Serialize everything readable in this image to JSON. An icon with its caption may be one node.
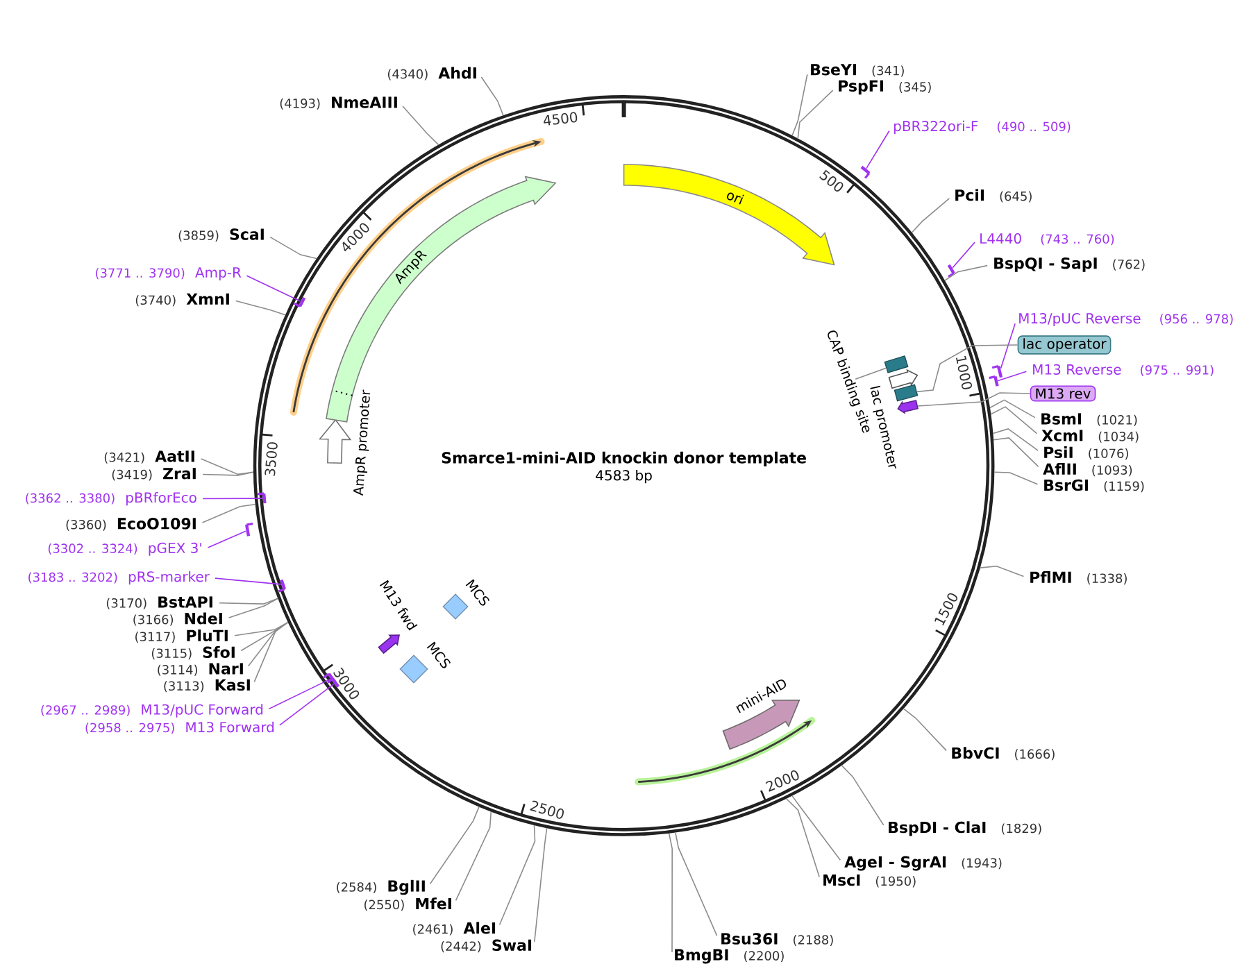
{
  "diagram": {
    "title": "Smarce1-mini-AID knockin donor template",
    "nodes": [
      {
        "text": [],
        "shape": "circle"
      },
      {
        "text": [
          "BseYI",
          "(341)"
        ]
      },
      {
        "text": [
          "PspFI",
          "(345)"
        ]
      },
      {
        "text": [
          "pBR322ori-F",
          "(490 .. 509)"
        ]
      },
      {
        "text": [
          "PciI",
          "(645)"
        ]
      },
      {
        "text": [
          "L4440",
          "(743 .. 760)"
        ]
      },
      {
        "text": [
          "BspQI - SapI",
          "(762)"
        ]
      },
      {
        "text": [
          "M13/pUC Reverse",
          "(956 .. 978)"
        ]
      },
      {
        "text": [
          "lac operator"
        ]
      },
      {
        "text": [
          "M13 Reverse",
          "(975 .. 991)"
        ]
      },
      {
        "text": [
          "M13 rev"
        ]
      },
      {
        "text": [
          "BsmI",
          "(1021)"
        ]
      },
      {
        "text": [
          "XcmI",
          "(1034)"
        ]
      },
      {
        "text": [
          "PsiI",
          "(1076)"
        ]
      },
      {
        "text": [
          "AflII",
          "(1093)"
        ]
      },
      {
        "text": [
          "BsrGI",
          "(1159)"
        ]
      },
      {
        "text": [
          "PflMI",
          "(1338)"
        ]
      },
      {
        "text": [
          "BbvCI",
          "(1666)"
        ]
      },
      {
        "text": [
          "BspDI - ClaI",
          "(1829)"
        ]
      },
      {
        "text": [
          "AgeI - SgrAI",
          "(1943)"
        ]
      },
      {
        "text": [
          "MscI",
          "(1950)"
        ]
      },
      {
        "text": [
          "Bsu36I",
          "(2188)"
        ]
      },
      {
        "text": [
          "BmgBI",
          "(2200)"
        ]
      },
      {
        "text": [
          "(2442)",
          "SwaI"
        ]
      },
      {
        "text": [
          "(2461)",
          "AleI"
        ]
      },
      {
        "text": [
          "(2550)",
          "MfeI"
        ]
      },
      {
        "text": [
          "(2584)",
          "BglII"
        ]
      },
      {
        "text": [
          "(2958 .. 2975)",
          "M13 Forward"
        ]
      },
      {
        "text": [
          "(2967 .. 2989)",
          "M13/pUC Forward"
        ]
      },
      {
        "text": [
          "(3113)",
          "KasI"
        ]
      },
      {
        "text": [
          "(3114)",
          "NarI"
        ]
      },
      {
        "text": [
          "(3115)",
          "SfoI"
        ]
      },
      {
        "text": [
          "(3117)",
          "PluTI"
        ]
      },
      {
        "text": [
          "(3166)",
          "NdeI"
        ]
      },
      {
        "text": [
          "(3170)",
          "BstAPI"
        ]
      },
      {
        "text": [
          "(3183 .. 3202)",
          "pRS-marker"
        ]
      },
      {
        "text": [
          "(3302 .. 3324)",
          "pGEX 3'"
        ]
      },
      {
        "text": [
          "(3360)",
          "EcoO109I"
        ]
      },
      {
        "text": [
          "(3362 .. 3380)",
          "pBRforEco"
        ]
      },
      {
        "text": [
          "(3419)",
          "ZraI"
        ]
      },
      {
        "text": [
          "(3421)",
          "AatII"
        ]
      },
      {
        "text": [
          "(3740)",
          "XmnI"
        ]
      },
      {
        "text": [
          "(3771 .. 3790)",
          "Amp-R"
        ]
      },
      {
        "text": [
          "(3859)",
          "ScaI"
        ]
      },
      {
        "text": [
          "(4193)",
          "NmeAIII"
        ]
      },
      {
        "text": [
          "(4340)",
          "AhdI"
        ]
      },
      {
        "text": [],
        "shape": "bar"
      },
      {
        "text": [],
        "shape": "bar"
      },
      {
        "text": [],
        "shape": "bar"
      },
      {
        "text": [],
        "shape": "bar"
      },
      {
        "text": [],
        "shape": "bar",
        "in": 0
      },
      {
        "text": [],
        "shape": "bar",
        "in": 0
      },
      {
        "text": [],
        "shape": "bar",
        "in": 0
      },
      {
        "text": [],
        "shape": "bar"
      },
      {
        "text": [],
        "shape": "bar",
        "in": 0
      },
      {
        "text": [],
        "shape": "bar",
        "in": 0
      },
      {
        "text": [
          "ori"
        ],
        "in": 0
      },
      {
        "text": [
          "CAP binding site"
        ],
        "in": 0
      },
      {
        "text": [],
        "shape": "box",
        "in": 0
      },
      {
        "text": [],
        "shape": "arrow",
        "beside": [
          "lac promoter"
        ],
        "in": 0
      },
      {
        "text": [],
        "shape": "box",
        "in": 0
      },
      {
        "text": [],
        "shape": "arrow",
        "in": 0
      },
      {
        "text": [],
        "shape": "arrow",
        "beside": [
          "mini-AID"
        ],
        "in": 0
      },
      {
        "text": [],
        "shape": "diamond",
        "beside": [
          "MCS"
        ],
        "in": 0
      },
      {
        "text": [],
        "shape": "diamond",
        "beside": [
          "MCS"
        ],
        "in": 0
      },
      {
        "text": [],
        "shape": "arrow",
        "beside": [
          "M13 fwd"
        ],
        "in": 0
      },
      {
        "text": [],
        "shape": "arrow",
        "beside": [
          "AmpR promoter"
        ],
        "in": 0
      },
      {
        "text": [
          "AmpR"
        ],
        "in": 0
      }
    ],
    "edges": [
      {
        "from": 1,
        "to": 0,
        "arrow": "none"
      },
      {
        "from": 2,
        "to": 0,
        "arrow": "none"
      },
      {
        "from": 3,
        "to": 46,
        "arrow": "none",
        "color": "#a033f0"
      },
      {
        "from": 4,
        "to": 0,
        "arrow": "none"
      },
      {
        "from": 5,
        "to": 47,
        "arrow": "none",
        "color": "#a033f0"
      },
      {
        "from": 6,
        "to": 0,
        "arrow": "none"
      },
      {
        "from": 7,
        "to": 48,
        "arrow": "none",
        "color": "#a033f0"
      },
      {
        "from": 8,
        "to": 60,
        "arrow": "none"
      },
      {
        "from": 9,
        "to": 49,
        "arrow": "none",
        "color": "#a033f0"
      },
      {
        "from": 10,
        "to": 61,
        "arrow": "none"
      },
      {
        "from": 11,
        "to": 0,
        "arrow": "none"
      },
      {
        "from": 12,
        "to": 0,
        "arrow": "none"
      },
      {
        "from": 13,
        "to": 0,
        "arrow": "none"
      },
      {
        "from": 14,
        "to": 0,
        "arrow": "none"
      },
      {
        "from": 15,
        "to": 0,
        "arrow": "none"
      },
      {
        "from": 16,
        "to": 0,
        "arrow": "none"
      },
      {
        "from": 17,
        "to": 0,
        "arrow": "none"
      },
      {
        "from": 18,
        "to": 0,
        "arrow": "none"
      },
      {
        "from": 19,
        "to": 0,
        "arrow": "none"
      },
      {
        "from": 20,
        "to": 0,
        "arrow": "none"
      },
      {
        "from": 21,
        "to": 0,
        "arrow": "none"
      },
      {
        "from": 22,
        "to": 0,
        "arrow": "none"
      },
      {
        "from": 23,
        "to": 0,
        "arrow": "none"
      },
      {
        "from": 24,
        "to": 0,
        "arrow": "none"
      },
      {
        "from": 25,
        "to": 0,
        "arrow": "none"
      },
      {
        "from": 26,
        "to": 0,
        "arrow": "none"
      },
      {
        "from": 27,
        "to": 50,
        "arrow": "none",
        "color": "#a033f0"
      },
      {
        "from": 28,
        "to": 51,
        "arrow": "none",
        "color": "#a033f0"
      },
      {
        "from": 29,
        "to": 0,
        "arrow": "none"
      },
      {
        "from": 30,
        "to": 0,
        "arrow": "none"
      },
      {
        "from": 31,
        "to": 0,
        "arrow": "none"
      },
      {
        "from": 32,
        "to": 0,
        "arrow": "none"
      },
      {
        "from": 33,
        "to": 0,
        "arrow": "none"
      },
      {
        "from": 34,
        "to": 0,
        "arrow": "none"
      },
      {
        "from": 35,
        "to": 52,
        "arrow": "none",
        "color": "#a033f0"
      },
      {
        "from": 36,
        "to": 53,
        "arrow": "none",
        "color": "#a033f0"
      },
      {
        "from": 37,
        "to": 0,
        "arrow": "none"
      },
      {
        "from": 38,
        "to": 54,
        "arrow": "none",
        "color": "#a033f0"
      },
      {
        "from": 39,
        "to": 0,
        "arrow": "none"
      },
      {
        "from": 40,
        "to": 0,
        "arrow": "none"
      },
      {
        "from": 41,
        "to": 0,
        "arrow": "none"
      },
      {
        "from": 42,
        "to": 55,
        "arrow": "none",
        "color": "#a033f0"
      },
      {
        "from": 43,
        "to": 0,
        "arrow": "none"
      },
      {
        "from": 44,
        "to": 0,
        "arrow": "none"
      },
      {
        "from": 45,
        "to": 0,
        "arrow": "none"
      },
      {
        "from": 57,
        "to": 58,
        "arrow": "none"
      }
    ],
    "labels": [
      "4583 bp",
      "500",
      "1000",
      "1500",
      "2000",
      "2500",
      "3000",
      "3500",
      "4000",
      "4500"
    ]
  }
}
